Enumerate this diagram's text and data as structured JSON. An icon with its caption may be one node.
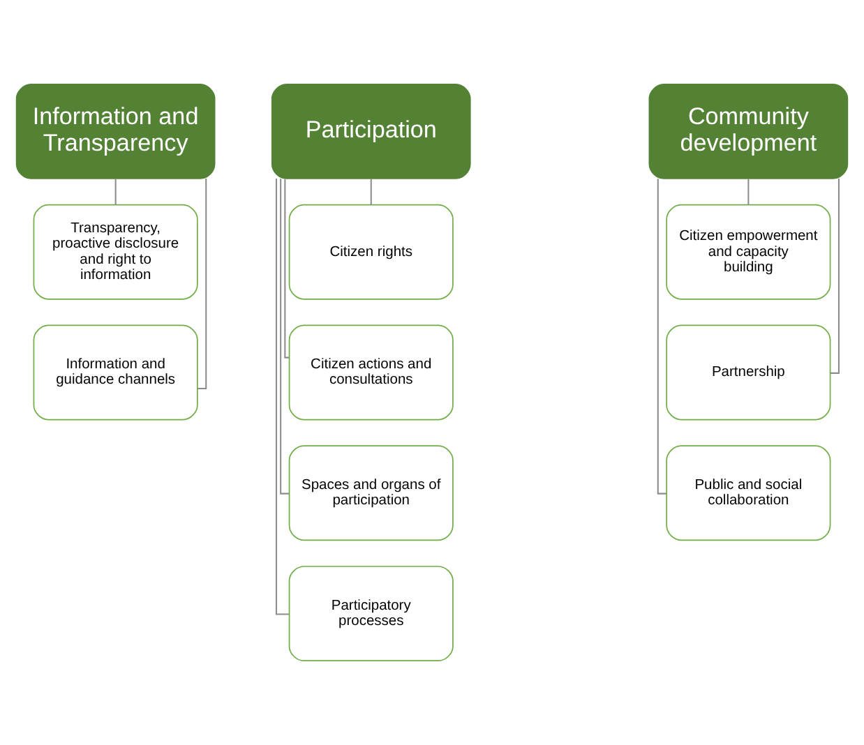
{
  "diagram": {
    "nodes": [
      {
        "text": [
          "Information and Transparency"
        ]
      },
      {
        "text": [
          "Transparency, proactive disclosure and right to information"
        ]
      },
      {
        "text": [
          "Information and guidance channels"
        ]
      },
      {
        "text": [
          "Participation"
        ]
      },
      {
        "text": [
          "Citizen rights"
        ]
      },
      {
        "text": [
          "Citizen actions and consultations"
        ]
      },
      {
        "text": [
          "Spaces and organs of participation"
        ]
      },
      {
        "text": [
          "Participatory processes"
        ]
      },
      {
        "text": [
          "Community development"
        ]
      },
      {
        "text": [
          "Citizen empowerment and capacity building"
        ]
      },
      {
        "text": [
          "Partnership"
        ]
      },
      {
        "text": [
          "Public and social collaboration"
        ]
      }
    ],
    "edges": [
      {
        "from": 0,
        "to": 1,
        "arrow": "none"
      },
      {
        "from": 0,
        "to": 2,
        "arrow": "none"
      },
      {
        "from": 3,
        "to": 4,
        "arrow": "none"
      },
      {
        "from": 3,
        "to": 5,
        "arrow": "none"
      },
      {
        "from": 3,
        "to": 6,
        "arrow": "none"
      },
      {
        "from": 3,
        "to": 7,
        "arrow": "none"
      },
      {
        "from": 8,
        "to": 9,
        "arrow": "none"
      },
      {
        "from": 8,
        "to": 10,
        "arrow": "none"
      },
      {
        "from": 8,
        "to": 11,
        "arrow": "none"
      }
    ]
  }
}
